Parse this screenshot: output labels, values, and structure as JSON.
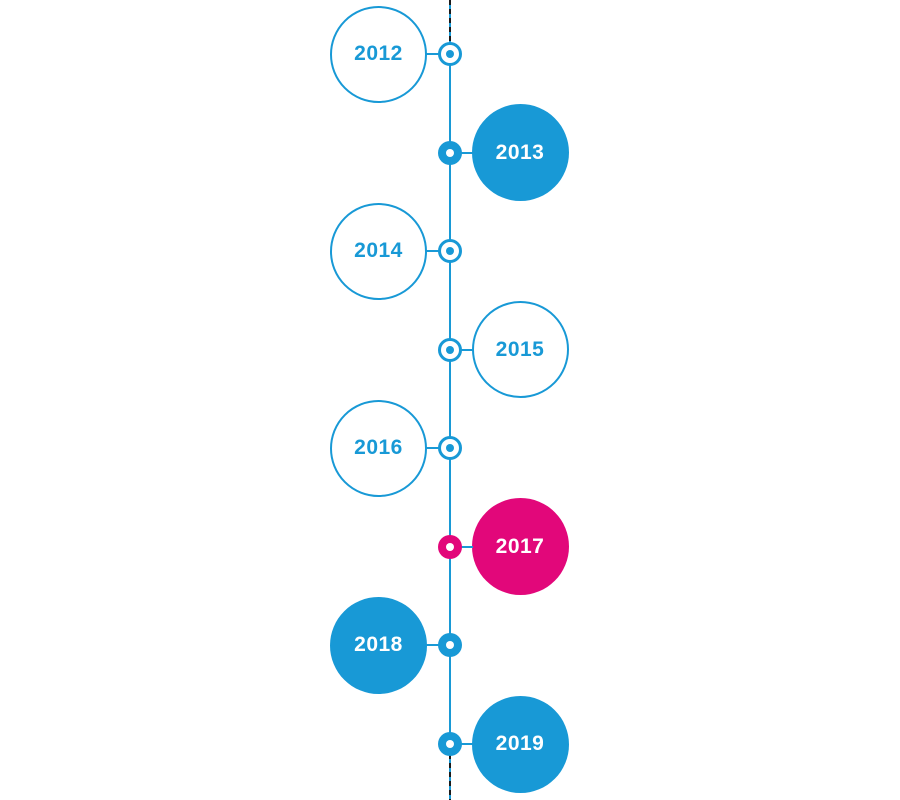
{
  "colors": {
    "blue": "#1899d6",
    "pink": "#e2077a",
    "dash": "#1a1a1a",
    "background": "#ffffff"
  },
  "timeline": {
    "type": "vertical-timeline",
    "entries": [
      {
        "year": "2012",
        "side": "left",
        "style": "outline"
      },
      {
        "year": "2013",
        "side": "right",
        "style": "filled-blue"
      },
      {
        "year": "2014",
        "side": "left",
        "style": "outline"
      },
      {
        "year": "2015",
        "side": "right",
        "style": "outline"
      },
      {
        "year": "2016",
        "side": "left",
        "style": "outline"
      },
      {
        "year": "2017",
        "side": "right",
        "style": "filled-pink"
      },
      {
        "year": "2018",
        "side": "left",
        "style": "filled-blue"
      },
      {
        "year": "2019",
        "side": "right",
        "style": "filled-blue"
      }
    ]
  }
}
